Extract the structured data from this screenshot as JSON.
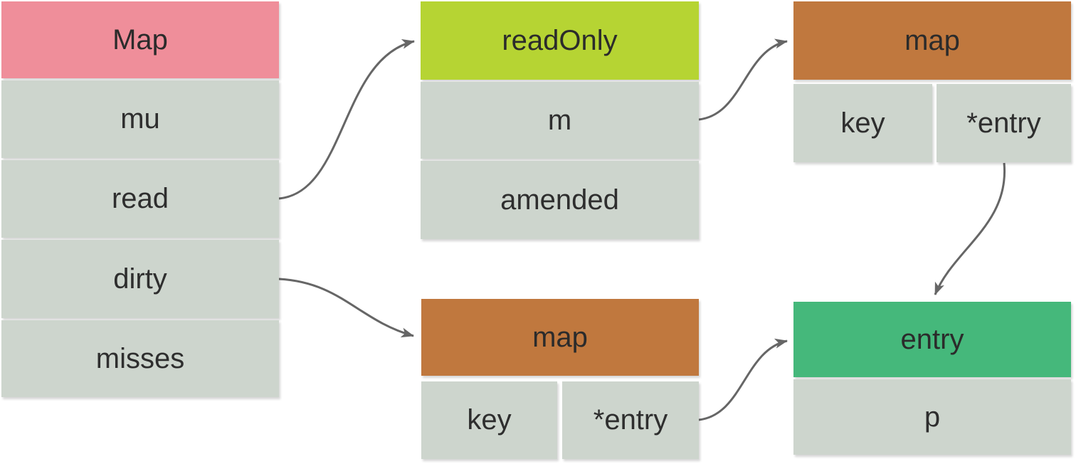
{
  "diagram": {
    "type": "struct-diagram",
    "colors": {
      "map_struct_header": "#ef8e9a",
      "readonly_header": "#b6d433",
      "map_header": "#c0783e",
      "entry_header": "#45b87b",
      "field_background": "#cdd5cd",
      "arrow": "#666666",
      "text": "#2e2e2e",
      "background": "#ffffff"
    },
    "nodes": {
      "map_struct": {
        "title": "Map",
        "fields": [
          "mu",
          "read",
          "dirty",
          "misses"
        ],
        "header_color": "#ef8e9a"
      },
      "read_only": {
        "title": "readOnly",
        "fields": [
          "m",
          "amended"
        ],
        "header_color": "#b6d433"
      },
      "map_top": {
        "title": "map",
        "fields": [
          "key",
          "*entry"
        ],
        "header_color": "#c0783e"
      },
      "map_bottom": {
        "title": "map",
        "fields": [
          "key",
          "*entry"
        ],
        "header_color": "#c0783e"
      },
      "entry": {
        "title": "entry",
        "fields": [
          "p"
        ],
        "header_color": "#45b87b"
      }
    },
    "edges": [
      {
        "from": "Map.read",
        "to": "readOnly"
      },
      {
        "from": "readOnly.m",
        "to": "map (top right)"
      },
      {
        "from": "map (top right).*entry",
        "to": "entry"
      },
      {
        "from": "Map.dirty",
        "to": "map (bottom)"
      },
      {
        "from": "map (bottom).*entry",
        "to": "entry"
      }
    ]
  }
}
